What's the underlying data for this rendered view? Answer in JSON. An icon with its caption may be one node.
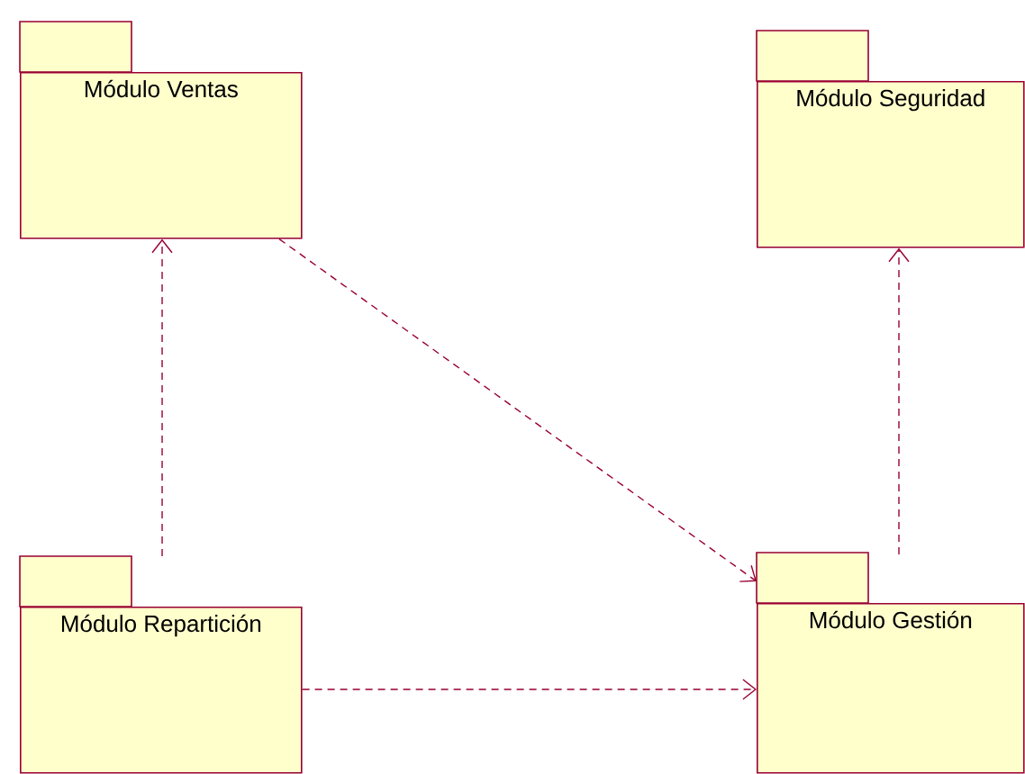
{
  "diagram": {
    "nodes": [
      {
        "text": [
          "Módulo Ventas"
        ]
      },
      {
        "text": [
          "Módulo Seguridad"
        ]
      },
      {
        "text": [
          "Módulo Repartición"
        ]
      },
      {
        "text": [
          "Módulo Gestión"
        ]
      }
    ],
    "edges": [
      {
        "from": 2,
        "to": 0,
        "arrow": "to",
        "style": "dashed"
      },
      {
        "from": 0,
        "to": 3,
        "arrow": "to",
        "style": "dashed"
      },
      {
        "from": 3,
        "to": 1,
        "arrow": "to",
        "style": "dashed"
      },
      {
        "from": 2,
        "to": 3,
        "arrow": "to",
        "style": "dashed"
      }
    ]
  }
}
